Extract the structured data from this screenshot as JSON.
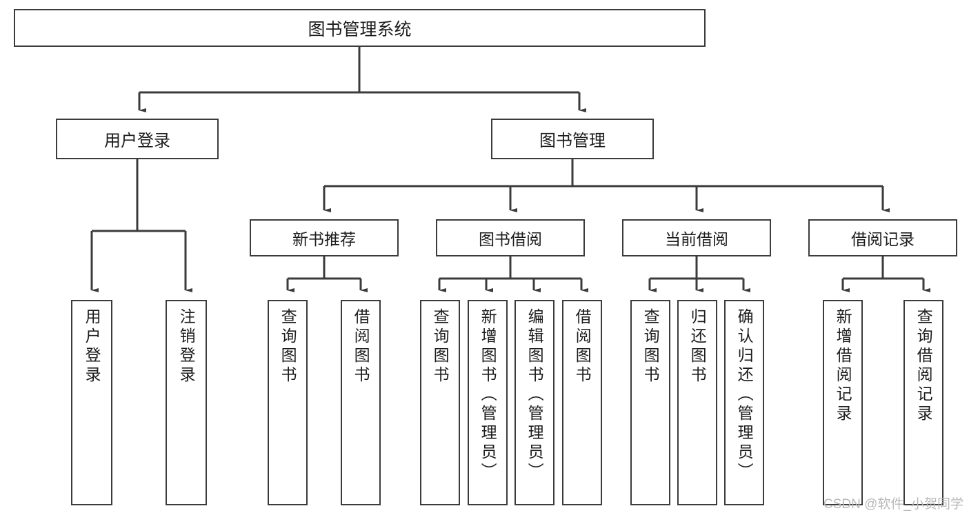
{
  "diagram": {
    "type": "tree",
    "title": "图书管理系统",
    "stroke_color": "#3b3b3b",
    "fill_color": "#ffffff",
    "text_color": "#1d1d1d",
    "root": {
      "label": "图书管理系统"
    },
    "level2": [
      {
        "label": "用户登录"
      },
      {
        "label": "图书管理"
      }
    ],
    "level3": [
      {
        "label": "新书推荐"
      },
      {
        "label": "图书借阅"
      },
      {
        "label": "当前借阅"
      },
      {
        "label": "借阅记录"
      }
    ],
    "leaves": [
      {
        "label": "用户登录",
        "parent": "用户登录"
      },
      {
        "label": "注销登录",
        "parent": "用户登录"
      },
      {
        "label": "查询图书",
        "parent": "新书推荐"
      },
      {
        "label": "借阅图书",
        "parent": "新书推荐"
      },
      {
        "label": "查询图书",
        "parent": "图书借阅"
      },
      {
        "label": "新增图书（管理员）",
        "parent": "图书借阅"
      },
      {
        "label": "编辑图书（管理员）",
        "parent": "图书借阅"
      },
      {
        "label": "借阅图书",
        "parent": "图书借阅"
      },
      {
        "label": "查询图书",
        "parent": "当前借阅"
      },
      {
        "label": "归还图书",
        "parent": "当前借阅"
      },
      {
        "label": "确认归还（管理员）",
        "parent": "当前借阅"
      },
      {
        "label": "新增借阅记录",
        "parent": "借阅记录"
      },
      {
        "label": "查询借阅记录",
        "parent": "借阅记录"
      }
    ]
  },
  "watermark": {
    "text": "CSDN @软件_小贺同学"
  }
}
